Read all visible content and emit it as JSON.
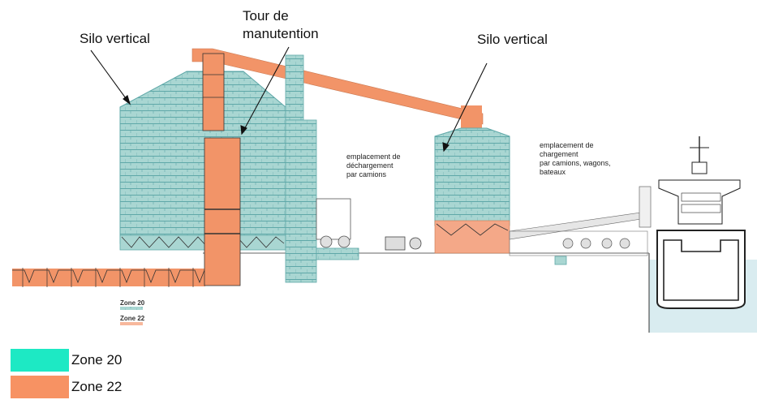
{
  "labels": {
    "silo_left": "Silo vertical",
    "tower_line1": "Tour de",
    "tower_line2": "manutention",
    "silo_right": "Silo vertical",
    "unload_line1": "emplacement de",
    "unload_line2": "déchargement",
    "unload_line3": "par camions",
    "load_line1": "emplacement de",
    "load_line2": "chargement",
    "load_line3": "par camions, wagons,",
    "load_line4": "bateaux"
  },
  "mini_legend": {
    "zone20": "Zone 20",
    "zone22": "Zone 22"
  },
  "legend": {
    "zone20": "Zone 20",
    "zone22": "Zone 22"
  },
  "colors": {
    "zone20": "#1de9c4",
    "zone22": "#f79263",
    "structure_teal": "#a9d6d2",
    "hatch": "#5fa8a8",
    "orange": "#f29468",
    "sea": "#d9ecf0"
  }
}
